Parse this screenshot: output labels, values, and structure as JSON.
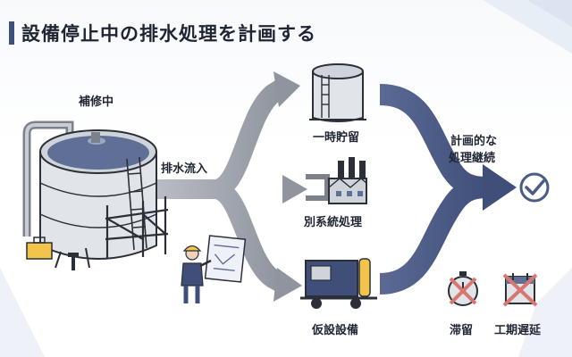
{
  "title": "設備停止中の排水処理を計画する",
  "labels": {
    "under_repair": "補修中",
    "wastewater_inflow": "排水流入",
    "temporary_storage": "一時貯留",
    "separate_system": "別系統処理",
    "temporary_equipment": "仮設設備",
    "continuation_line1": "計画的な",
    "continuation_line2": "処理継続",
    "stagnation": "滞留",
    "delay": "工期遅延"
  },
  "colors": {
    "accent": "#4a5b86",
    "gray_arrow": "#9aa0aa",
    "cross": "#d8776f",
    "water": "#5f6f96",
    "warning_yellow": "#f4c44a"
  },
  "icons": [
    "repair-tank-icon",
    "worker-icon",
    "storage-tank-icon",
    "factory-icon",
    "pump-trailer-icon",
    "check-circle-icon",
    "stopwatch-icon",
    "calendar-icon"
  ]
}
